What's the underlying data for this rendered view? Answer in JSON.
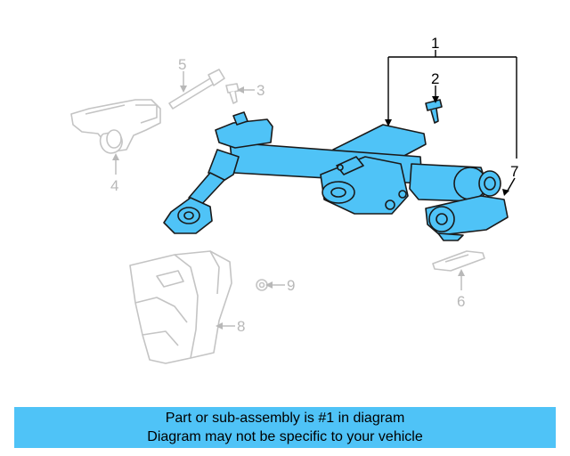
{
  "colors": {
    "highlight": "#4fc3f7",
    "ghost": "#b8b8b8",
    "outline": "#1a1a1a",
    "caption_bg": "#4fc3f7"
  },
  "callouts": {
    "c1": "1",
    "c2": "2",
    "c3": "3",
    "c4": "4",
    "c5": "5",
    "c6": "6",
    "c7": "7",
    "c8": "8",
    "c9": "9"
  },
  "caption": {
    "line1": "Part or sub-assembly is #1 in diagram",
    "line2": "Diagram may not be specific to your vehicle"
  }
}
